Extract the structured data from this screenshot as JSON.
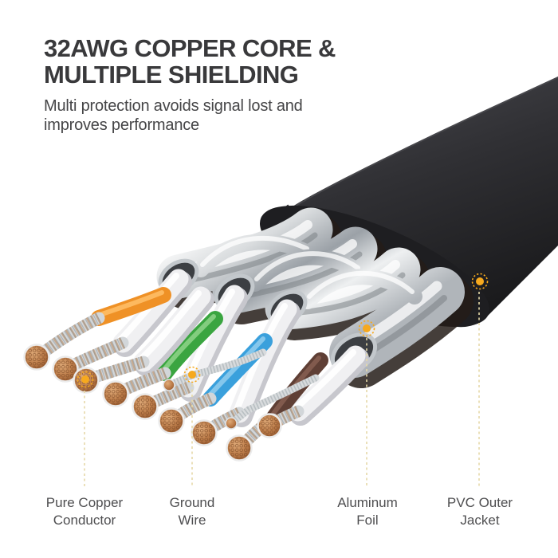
{
  "header": {
    "title_line1": "32AWG COPPER CORE &",
    "title_line2": "MULTIPLE SHIELDING",
    "subtitle_line1": "Multi protection avoids signal lost and",
    "subtitle_line2": "improves performance"
  },
  "diagram": {
    "kind": "cutaway illustration of flat ethernet cable",
    "callouts": [
      {
        "id": "pure-copper-conductor",
        "label_line1": "Pure Copper",
        "label_line2": "Conductor"
      },
      {
        "id": "ground-wire",
        "label_line1": "Ground",
        "label_line2": "Wire"
      },
      {
        "id": "aluminum-foil",
        "label_line1": "Aluminum",
        "label_line2": "Foil"
      },
      {
        "id": "pvc-outer-jacket",
        "label_line1": "PVC Outer",
        "label_line2": "Jacket"
      }
    ],
    "colors": {
      "title_text": "#39393b",
      "subtitle_text": "#454547",
      "label_text": "#4e4e50",
      "jacket_black": "#2b2b2e",
      "foil_silver": "#c6cacd",
      "wire_white": "#f0f0f2",
      "wire_orange": "#ef9126",
      "wire_green": "#3aa540",
      "wire_blue": "#3aa0dc",
      "wire_brown": "#5f3f35",
      "copper": "#b5764a",
      "marker_dot": "#f6a91e",
      "leader_line": "#e6d9a8"
    }
  }
}
